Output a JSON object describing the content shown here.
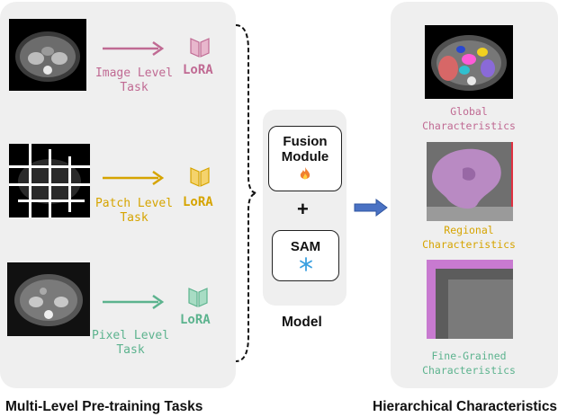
{
  "left_panel": {
    "tasks": [
      {
        "label_line1": "Image Level",
        "label_line2": "Task",
        "lora_label": "LoRA",
        "color": "#c06a93"
      },
      {
        "label_line1": "Patch Level",
        "label_line2": "Task",
        "lora_label": "LoRA",
        "color": "#d6a400"
      },
      {
        "label_line1": "Pixel Level",
        "label_line2": "Task",
        "lora_label": "LoRA",
        "color": "#5cb38e"
      }
    ],
    "caption": "Multi-Level Pre-training Tasks"
  },
  "model": {
    "fusion_line1": "Fusion",
    "fusion_line2": "Module",
    "plus": "+",
    "sam_label": "SAM",
    "caption": "Model",
    "fire_icon": "fire-icon",
    "snowflake_icon": "snowflake-icon"
  },
  "right_panel": {
    "items": [
      {
        "line1": "Global",
        "line2": "Characteristics",
        "color": "#c06a93"
      },
      {
        "line1": "Regional",
        "line2": "Characteristics",
        "color": "#d6a400"
      },
      {
        "line1": "Fine-Grained",
        "line2": "Characteristics",
        "color": "#5cb38e"
      }
    ],
    "caption": "Hierarchical Characteristics"
  },
  "colors": {
    "panel_bg": "#efefef",
    "arrow_blue": "#4a72c4"
  }
}
